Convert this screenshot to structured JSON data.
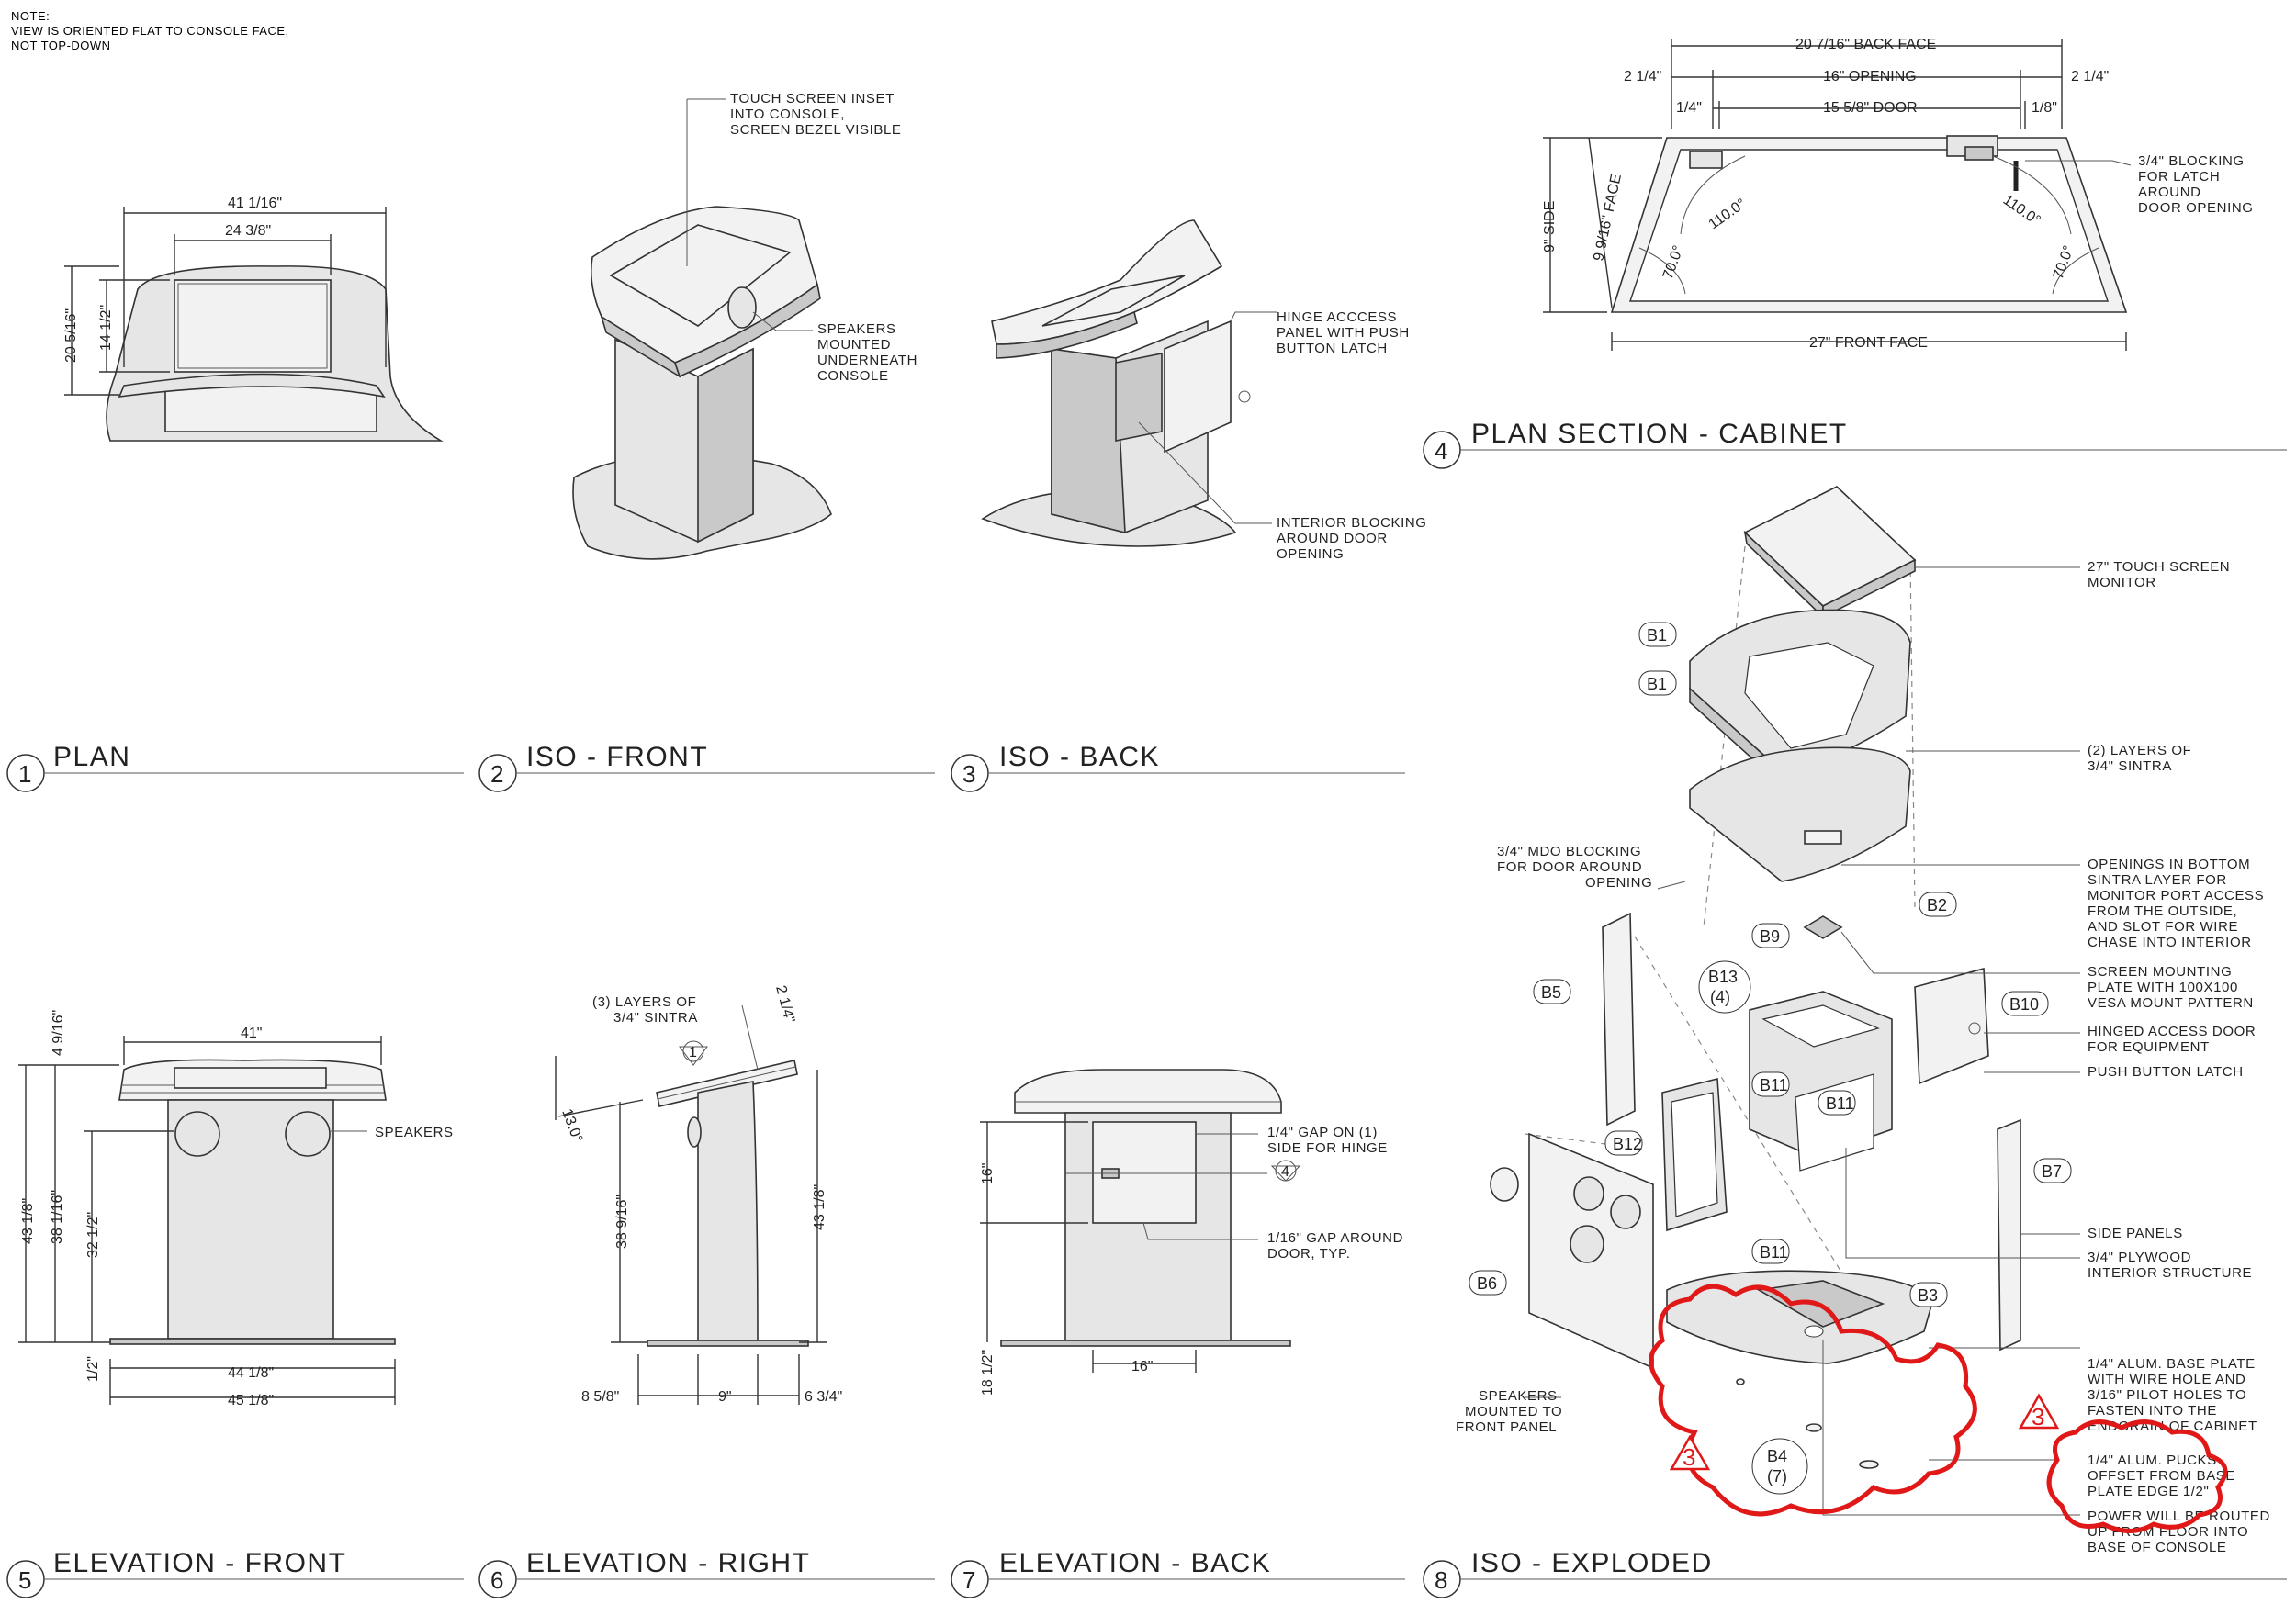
{
  "note": {
    "line1": "NOTE:",
    "line2": "VIEW IS ORIENTED FLAT TO CONSOLE FACE,",
    "line3": "NOT TOP-DOWN"
  },
  "views": [
    {
      "num": "1",
      "title": "PLAN"
    },
    {
      "num": "2",
      "title": "ISO - FRONT"
    },
    {
      "num": "3",
      "title": "ISO - BACK"
    },
    {
      "num": "4",
      "title": "PLAN SECTION - CABINET"
    },
    {
      "num": "5",
      "title": "ELEVATION - FRONT"
    },
    {
      "num": "6",
      "title": "ELEVATION - RIGHT"
    },
    {
      "num": "7",
      "title": "ELEVATION - BACK"
    },
    {
      "num": "8",
      "title": "ISO - EXPLODED"
    }
  ],
  "plan": {
    "d_width_top": "41 1/16\"",
    "d_screen_w": "24 3/8\"",
    "d_depth": "20 5/16\"",
    "d_screen_h": "14 1/2\""
  },
  "iso_front": {
    "callout1": [
      "TOUCH SCREEN INSET",
      "INTO CONSOLE,",
      "SCREEN BEZEL VISIBLE"
    ],
    "callout2": [
      "SPEAKERS",
      "MOUNTED",
      "UNDERNEATH",
      "CONSOLE"
    ]
  },
  "iso_back": {
    "callout1": [
      "HINGE ACCCESS",
      "PANEL WITH PUSH",
      "BUTTON LATCH"
    ],
    "callout2": [
      "INTERIOR BLOCKING",
      "AROUND DOOR",
      "OPENING"
    ]
  },
  "plan_section": {
    "d_back_face": "20 7/16\" BACK FACE",
    "d_left_a": "2 1/4\"",
    "d_opening": "16\" OPENING",
    "d_right_a": "2 1/4\"",
    "d_right_b": "1/8\"",
    "d_left_b": "1/4\"",
    "d_door": "15 5/8\" DOOR",
    "d_side": "9\" SIDE",
    "d_face": "9 9/16\" FACE",
    "d_front_face": "27\" FRONT FACE",
    "a_110_l": "110.0°",
    "a_110_r": "110.0°",
    "a_70_l": "70.0°",
    "a_70_r": "70.0°",
    "callout": [
      "3/4\" BLOCKING",
      "FOR LATCH",
      "AROUND",
      "DOOR OPENING"
    ]
  },
  "elev_front": {
    "d_top": "41\"",
    "d_overhang": "4 9/16\"",
    "d_h_total": "43 1/8\"",
    "d_h_mid": "38 1/16\"",
    "d_h_low": "32 1/2\"",
    "d_base": "1/2\"",
    "d_w1": "44 1/8\"",
    "d_w2": "45 1/8\"",
    "speakers": "SPEAKERS"
  },
  "elev_right": {
    "callout": [
      "(3) LAYERS OF",
      "3/4\" SINTRA"
    ],
    "d_tilt": "2 1/4\"",
    "d_angle": "13.0°",
    "d_h1": "38 9/16\"",
    "d_h2": "43 1/8\"",
    "d_b1": "8 5/8\"",
    "d_b2": "9\"",
    "d_b3": "6 3/4\"",
    "ref": "1"
  },
  "elev_back": {
    "d_door_h": "16\"",
    "d_door_w": "16\"",
    "d_base": "18 1/2\"",
    "ref": "4",
    "callout1": [
      "1/4\" GAP ON (1)",
      "SIDE FOR HINGE"
    ],
    "callout2": [
      "1/16\" GAP AROUND",
      "DOOR, TYP."
    ]
  },
  "exploded": {
    "tags": [
      "B1",
      "B1",
      "B2",
      "B3",
      "B4",
      "(7)",
      "B5",
      "B6",
      "B7",
      "B9",
      "B10",
      "B11",
      "B11",
      "B11",
      "B12",
      "B13",
      "(4)"
    ],
    "callouts": {
      "monitor": [
        "27\" TOUCH SCREEN",
        "MONITOR"
      ],
      "layers": [
        "(2) LAYERS OF",
        "3/4\" SINTRA"
      ],
      "openings": [
        "OPENINGS IN BOTTOM",
        "SINTRA LAYER FOR",
        "MONITOR PORT ACCESS",
        "FROM THE OUTSIDE,",
        "AND SLOT FOR WIRE",
        "CHASE INTO INTERIOR"
      ],
      "mounting": [
        "SCREEN MOUNTING",
        "PLATE WITH 100X100",
        "VESA MOUNT PATTERN"
      ],
      "hinged": [
        "HINGED ACCESS DOOR",
        "FOR EQUIPMENT"
      ],
      "latch": [
        "PUSH BUTTON LATCH"
      ],
      "side": [
        "SIDE PANELS"
      ],
      "plywood": [
        "3/4\" PLYWOOD",
        "INTERIOR STRUCTURE"
      ],
      "baseplate": [
        "1/4\" ALUM. BASE PLATE",
        "WITH WIRE HOLE AND",
        "3/16\" PILOT HOLES TO",
        "FASTEN INTO THE",
        "ENDGRAIN OF CABINET"
      ],
      "pucks": [
        "1/4\" ALUM. PUCKS",
        "OFFSET FROM BASE",
        "PLATE EDGE 1/2\""
      ],
      "power": [
        "POWER WILL BE ROUTED",
        "UP FROM FLOOR INTO",
        "BASE OF CONSOLE"
      ],
      "mdo": [
        "3/4\" MDO BLOCKING",
        "FOR DOOR AROUND",
        "OPENING"
      ],
      "speakers": [
        "SPEAKERS",
        "MOUNTED TO",
        "FRONT PANEL"
      ]
    },
    "revision": "3"
  }
}
